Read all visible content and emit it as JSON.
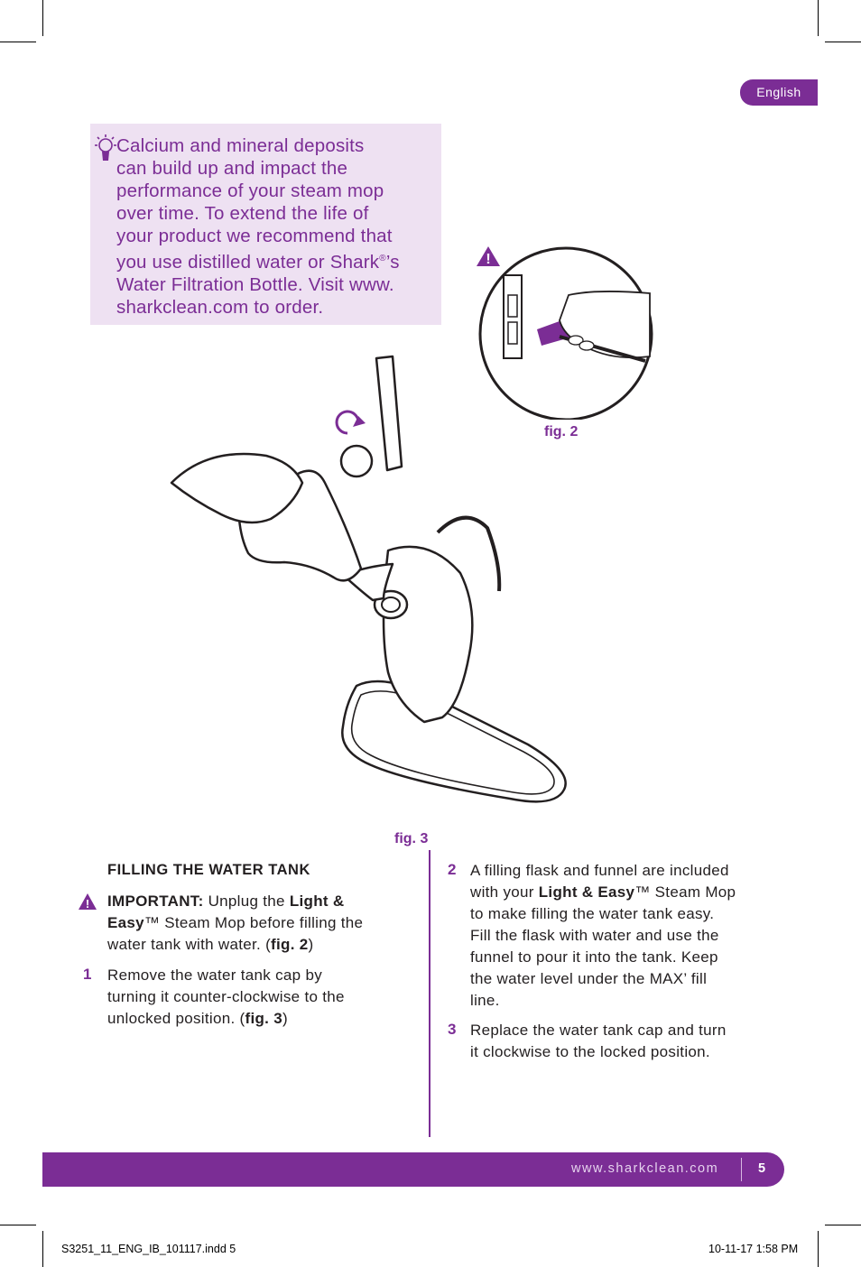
{
  "language_tab": "English",
  "tip": {
    "text_lines": [
      "Calcium and mineral deposits",
      "can build up and impact the",
      "performance of your steam mop",
      "over time. To extend the life of",
      "your product we recommend that",
      "you use distilled water or Shark",
      "Water Filtration Bottle. Visit www.",
      "sharkclean.com to order."
    ],
    "registered_mark": "®",
    "possessive": "’s"
  },
  "figures": {
    "fig2_label": "fig. 2",
    "fig3_label": "fig. 3"
  },
  "section_heading": "FILLING THE WATER TANK",
  "important": {
    "label": "IMPORTANT:",
    "text_a": " Unplug the ",
    "brand": "Light &",
    "brand2": "Easy",
    "tm": "™",
    "text_b": " Steam Mop before filling the",
    "line3a": "water tank with water. (",
    "ref": "fig. 2",
    "line3b": ")"
  },
  "steps": [
    {
      "number": "1",
      "lines": [
        "Remove the water tank cap by",
        "turning it counter-clockwise to the"
      ],
      "last_a": "unlocked position. (",
      "ref": "fig. 3",
      "last_b": ")"
    },
    {
      "number": "2",
      "line1": "A filling flask and funnel are included",
      "line2a": "with your ",
      "brand": "Light & Easy",
      "tm": "™",
      "line2b": " Steam Mop",
      "lines": [
        "to make filling the water tank easy.",
        "Fill the flask with water and use the",
        "funnel to pour it into the tank. Keep",
        "the water level under the MAX’ fill",
        "line."
      ]
    },
    {
      "number": "3",
      "lines": [
        "Replace the water tank cap and turn",
        "it clockwise to the locked position."
      ]
    }
  ],
  "footer": {
    "url": "www.sharkclean.com",
    "page": "5"
  },
  "slug": {
    "file": "S3251_11_ENG_IB_101117.indd   5",
    "date": "10-11-17   1:58 PM"
  },
  "colors": {
    "accent": "#7b2d95",
    "tip_background": "#eee1f2"
  }
}
